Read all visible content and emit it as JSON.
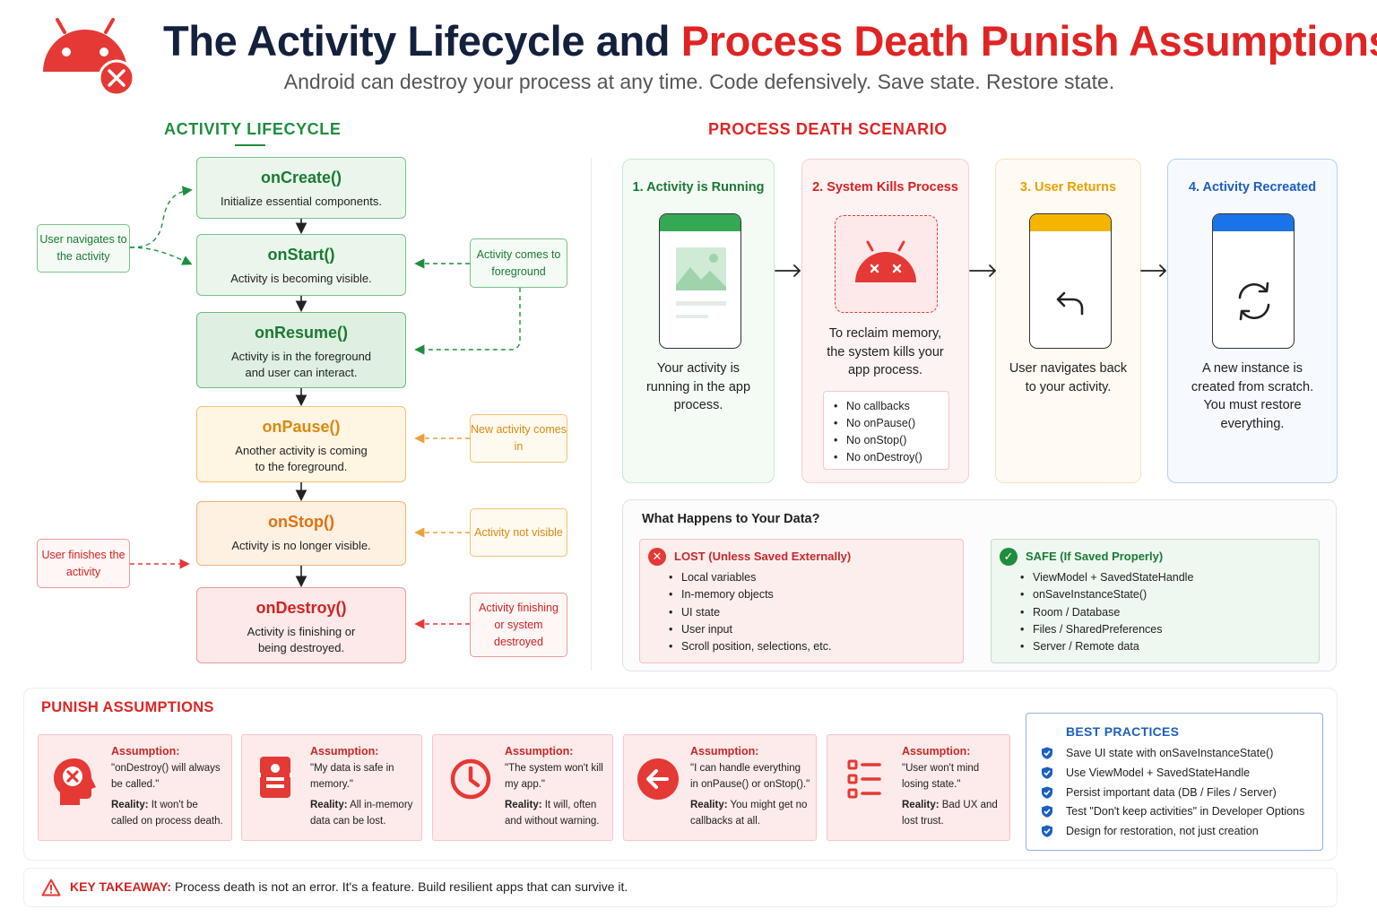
{
  "header": {
    "title_part1": "The Activity Lifecycle and ",
    "title_part2": "Process Death Punish Assumptions",
    "subtitle": "Android can destroy your process at any time. Code defensively. Save state. Restore state."
  },
  "lifecycle": {
    "section_title": "ACTIVITY LIFECYCLE",
    "steps": [
      {
        "name": "onCreate()",
        "desc": "Initialize essential components."
      },
      {
        "name": "onStart()",
        "desc": "Activity is becoming visible."
      },
      {
        "name": "onResume()",
        "desc": "Activity is in the foreground and user can interact."
      },
      {
        "name": "onPause()",
        "desc": "Another activity is coming to the foreground."
      },
      {
        "name": "onStop()",
        "desc": "Activity is no longer visible."
      },
      {
        "name": "onDestroy()",
        "desc": "Activity is finishing or being destroyed."
      }
    ],
    "left_labels": {
      "user_navigates": "User navigates to the activity",
      "user_finishes": "User finishes the activity"
    },
    "right_labels": {
      "comes_foreground": "Activity comes to foreground",
      "new_activity": "New activity comes in",
      "not_visible": "Activity not visible",
      "finishing": "Activity finishing or system destroyed"
    }
  },
  "process_death": {
    "section_title": "PROCESS DEATH SCENARIO",
    "cards": [
      {
        "title": "1. Activity is Running",
        "text": "Your activity is running in the app process."
      },
      {
        "title": "2. System Kills Process",
        "text": "To reclaim memory, the system kills your app process.",
        "list": [
          "No callbacks",
          "No onPause()",
          "No onStop()",
          "No onDestroy()"
        ]
      },
      {
        "title": "3. User Returns",
        "text": "User navigates back to your activity."
      },
      {
        "title": "4. Activity Recreated",
        "text": "A new instance is created from scratch. You must restore everything."
      }
    ],
    "colors": {
      "green": "#34a853",
      "red": "#e53935",
      "yellow": "#f4b400",
      "blue": "#1a73e8"
    }
  },
  "data_panel": {
    "title": "What Happens to Your Data?",
    "lost": {
      "title": "LOST (Unless Saved Externally)",
      "items": [
        "Local variables",
        "In-memory objects",
        "UI state",
        "User input",
        "Scroll position, selections, etc."
      ]
    },
    "safe": {
      "title": "SAFE (If Saved Properly)",
      "items": [
        "ViewModel + SavedStateHandle",
        "onSaveInstanceState()",
        "Room / Database",
        "Files / SharedPreferences",
        "Server / Remote data"
      ]
    }
  },
  "punish": {
    "section_title": "PUNISH ASSUMPTIONS",
    "assumption_label": "Assumption:",
    "reality_label": "Reality:",
    "cards": [
      {
        "icon": "head-x-icon",
        "assumption": "\"onDestroy() will always be called.\"",
        "reality": " It won't be called on process death."
      },
      {
        "icon": "memory-icon",
        "assumption": "\"My data is safe in memory.\"",
        "reality": " All in-memory data can be lost."
      },
      {
        "icon": "clock-icon",
        "assumption": "\"The system won't kill my app.\"",
        "reality": " It will, often and without warning."
      },
      {
        "icon": "back-arrow-icon",
        "assumption": "\"I can handle everything in onPause() or onStop().\"",
        "reality": " You might get no callbacks at all."
      },
      {
        "icon": "checklist-icon",
        "assumption": "\"User won't mind losing state.\"",
        "reality": " Bad UX and lost trust."
      }
    ]
  },
  "best_practices": {
    "title": "BEST PRACTICES",
    "items": [
      "Save UI state with onSaveInstanceState()",
      "Use ViewModel + SavedStateHandle",
      "Persist important data (DB / Files / Server)",
      "Test \"Don't keep activities\" in Developer Options",
      "Design for restoration, not just creation"
    ]
  },
  "takeaway": {
    "label": "KEY TAKEAWAY:",
    "text": " Process death is not an error. It's a feature. Build resilient apps that can survive it."
  }
}
